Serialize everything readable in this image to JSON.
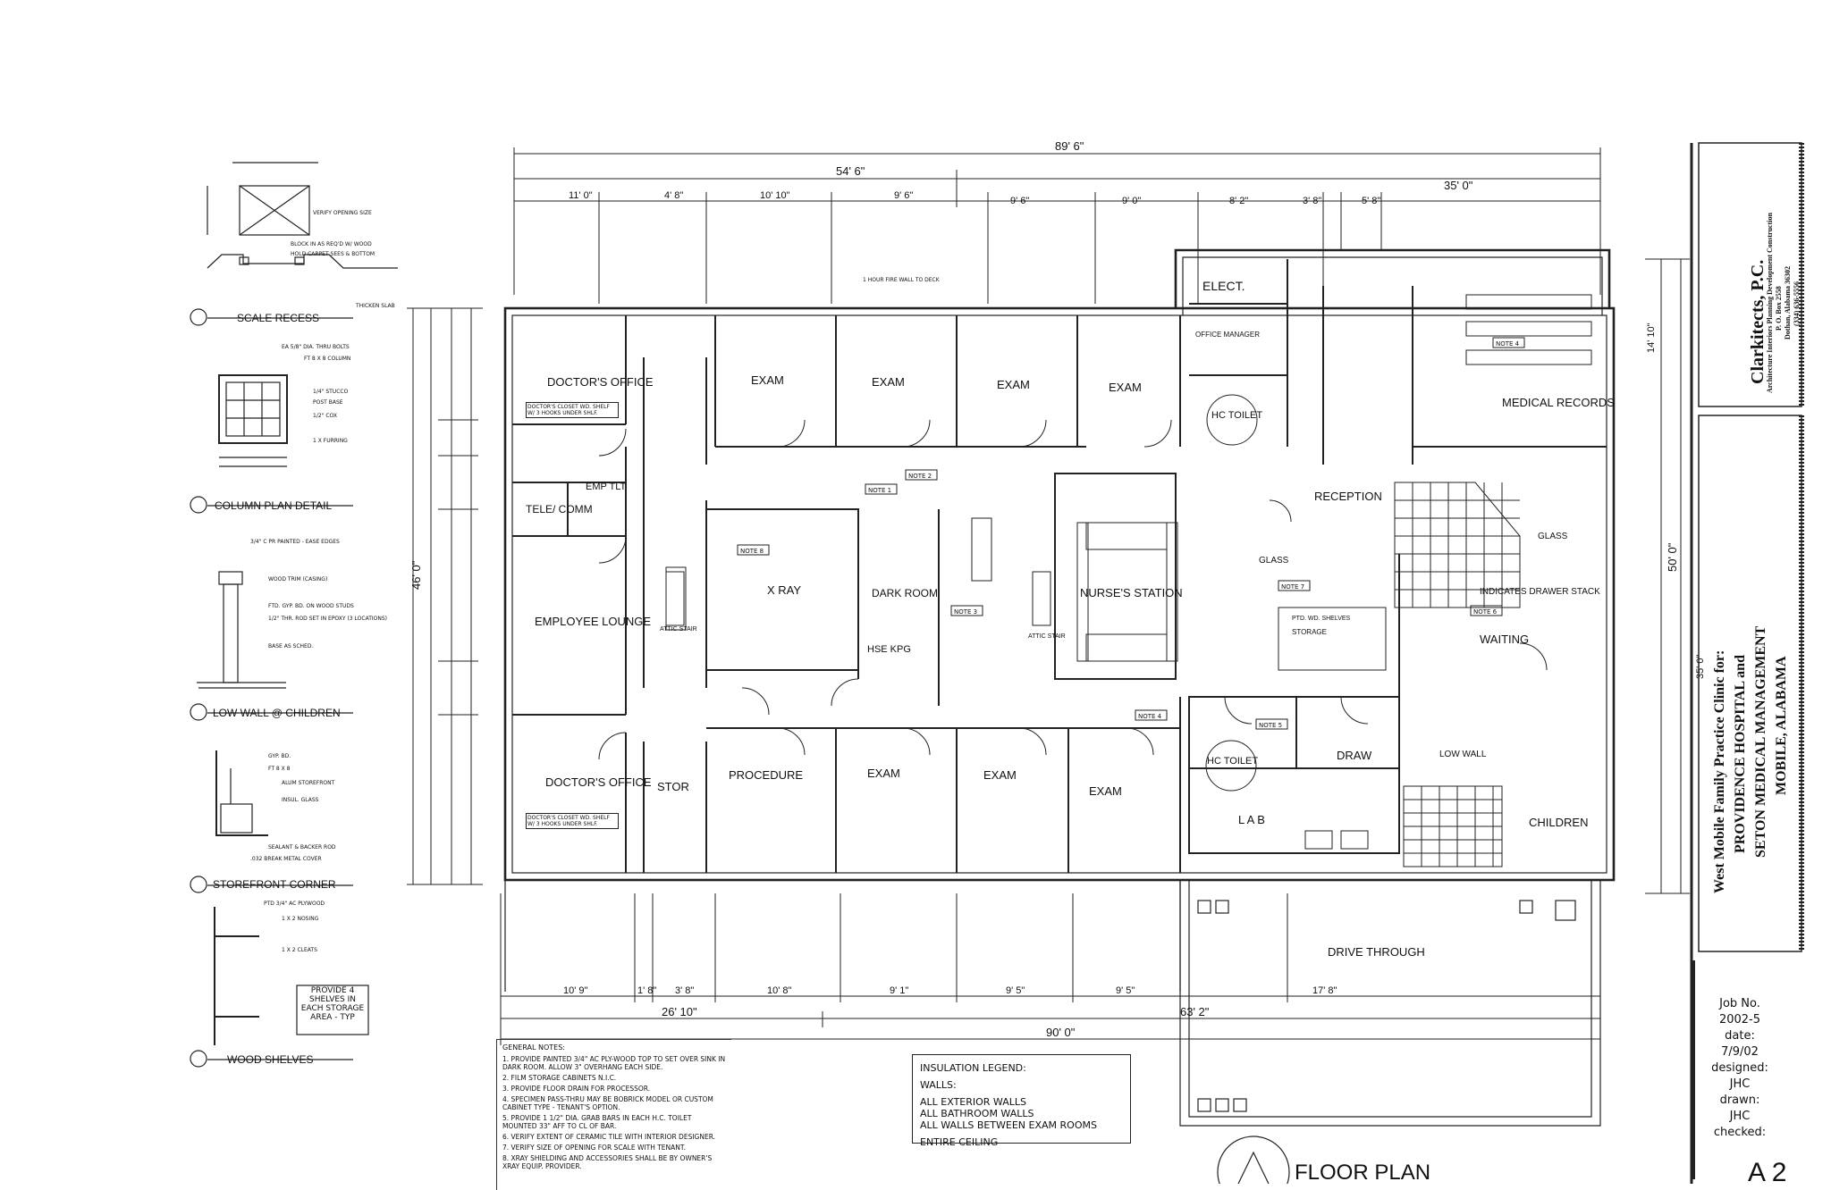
{
  "sheet": {
    "title": "FLOOR PLAN",
    "sheet_number": "A 2"
  },
  "title_block": {
    "firm_name": "Clarkitects, P.C.",
    "firm_services": "Architecture  Interiors  Planning  Development  Construction",
    "firm_address": "P. O. Box 2558",
    "firm_city": "Dothan, Alabama 36302",
    "firm_phone": "(334) 636-5556",
    "project_line1": "West Mobile Family Practice Clinic for:",
    "project_line2": "PROVIDENCE HOSPITAL and",
    "project_line3": "SETON MEDICAL MANAGEMENT",
    "project_line4": "MOBILE, ALABAMA"
  },
  "job_info": {
    "job_label": "Job No.",
    "job_no": "2002-5",
    "date_label": "date:",
    "date": "7/9/02",
    "designed_label": "designed:",
    "designed": "JHC",
    "drawn_label": "drawn:",
    "drawn": "JHC",
    "checked_label": "checked:"
  },
  "details": {
    "scale_recess": "SCALE RECESS",
    "column_plan_detail": "COLUMN PLAN DETAIL",
    "low_wall_children": "LOW WALL @ CHILDREN",
    "storefront_corner": "STOREFRONT CORNER",
    "wood_shelves": "WOOD SHELVES",
    "provide_shelves": "PROVIDE 4 SHELVES IN EACH STORAGE AREA - TYP",
    "scale_notes": [
      "VERIFY OPENING SIZE",
      "BLOCK IN AS REQ'D W/ WOOD",
      "HOLD CARPET SEES & BOTTOM",
      "THICKEN SLAB"
    ],
    "column_notes": [
      "EA 5/8\" DIA. THRU BOLTS",
      "FT 8 X 8 COLUMN",
      "1/4\" STUCCO",
      "POST BASE",
      "1/2\" COX",
      "1 X FURRING"
    ],
    "lowwall_notes": [
      "3/4\" C PR PAINTED - EASE EDGES",
      "WOOD TRIM (CASING)",
      "FTD. GYP. BD. ON WOOD STUDS",
      "1/2\" THR. ROD SET IN EPOXY (3 LOCATIONS)",
      "BASE AS SCHED."
    ],
    "storefront_notes": [
      "GYP. BD.",
      "FT 8 X 8",
      "ALUM STOREFRONT",
      "INSUL. GLASS",
      "SEALANT & BACKER ROD",
      ".032 BREAK METAL COVER"
    ],
    "shelf_notes": [
      "PTD 3/4\" AC PLYWOOD",
      "1 X 2 NOSING",
      "1 X 2 CLEATS"
    ]
  },
  "rooms": {
    "doctors_office_1": "DOCTOR'S OFFICE",
    "doctors_office_2": "DOCTOR'S OFFICE",
    "closet_note": "DOCTOR'S CLOSET WD. SHELF W/ 3 HOOKS UNDER SHLF.",
    "tele_comm": "TELE/ COMM",
    "emp_tlt": "EMP TLT",
    "employee_lounge": "EMPLOYEE LOUNGE",
    "attic_stair": "ATTIC STAIR",
    "xray": "X RAY",
    "dark_room": "DARK ROOM",
    "hse_kpg": "HSE KPG",
    "exam": "EXAM",
    "nurses_station": "NURSE'S STATION",
    "elect": "ELECT.",
    "office_manager": "OFFICE MANAGER",
    "hc_toilet": "HC TOILET",
    "medical_records": "MEDICAL RECORDS",
    "reception": "RECEPTION",
    "waiting": "WAITING",
    "stor": "STOR",
    "procedure": "PROCEDURE",
    "draw": "DRAW",
    "lab": "L A B",
    "children": "CHILDREN",
    "drive_through": "DRIVE THROUGH",
    "storage": "STORAGE",
    "glass": "GLASS",
    "low_wall": "LOW WALL",
    "ptd_shelves": "PTD. WD. SHELVES",
    "indicates_drawer": "INDICATES DRAWER STACK",
    "hour_fire_wall": "1 HOUR FIRE WALL TO DECK"
  },
  "notes_tags": [
    "NOTE 1",
    "NOTE 2",
    "NOTE 3",
    "NOTE 4",
    "NOTE 5",
    "NOTE 6",
    "NOTE 7",
    "NOTE 8",
    "NOTE 4"
  ],
  "dimensions": {
    "overall_top": "89' 6\"",
    "left_block": "54' 6\"",
    "right_block": "35' 0\"",
    "top_row": [
      "11' 0\"",
      "4' 8\"",
      "10' 10\"",
      "9' 6\"",
      "9' 6\"",
      "9' 0\"",
      "8' 2\"",
      "3' 8\"",
      "5' 8\""
    ],
    "bottom_row": [
      "10' 9\"",
      "1' 8\"",
      "3' 8\"",
      "10' 8\"",
      "9' 1\"",
      "9' 5\"",
      "9' 5\"",
      "17' 8\""
    ],
    "bottom_mid": [
      "26' 10\"",
      "63' 2\""
    ],
    "overall_bottom": "90' 0\"",
    "left_side": "46' 0\"",
    "right_side": [
      "50' 0\"",
      "35' 0\"",
      "14' 10\""
    ]
  },
  "general_notes": {
    "heading": "GENERAL NOTES:",
    "items": [
      "1. PROVIDE PAINTED 3/4\" AC PLY-WOOD TOP TO SET OVER SINK IN DARK ROOM. ALLOW 3\" OVERHANG EACH SIDE.",
      "2. FILM STORAGE CABINETS N.I.C.",
      "3. PROVIDE FLOOR DRAIN FOR PROCESSOR.",
      "4. SPECIMEN PASS-THRU MAY BE BOBRICK MODEL OR CUSTOM CABINET TYPE - TENANT'S OPTION.",
      "5. PROVIDE 1 1/2\" DIA. GRAB BARS IN EACH H.C. TOILET MOUNTED 33\" AFF TO CL OF BAR.",
      "6. VERIFY EXTENT OF CERAMIC TILE WITH INTERIOR DESIGNER.",
      "7. VERIFY SIZE OF OPENING FOR SCALE WITH TENANT.",
      "8. XRAY SHIELDING AND ACCESSORIES SHALL BE BY OWNER'S XRAY EQUIP. PROVIDER."
    ]
  },
  "insulation_legend": {
    "heading": "INSULATION LEGEND:",
    "walls": "WALLS:",
    "line1": "ALL EXTERIOR WALLS",
    "line2": "ALL BATHROOM WALLS",
    "line3": "ALL WALLS BETWEEN EXAM ROOMS",
    "line4": "ENTIRE CEILING"
  }
}
